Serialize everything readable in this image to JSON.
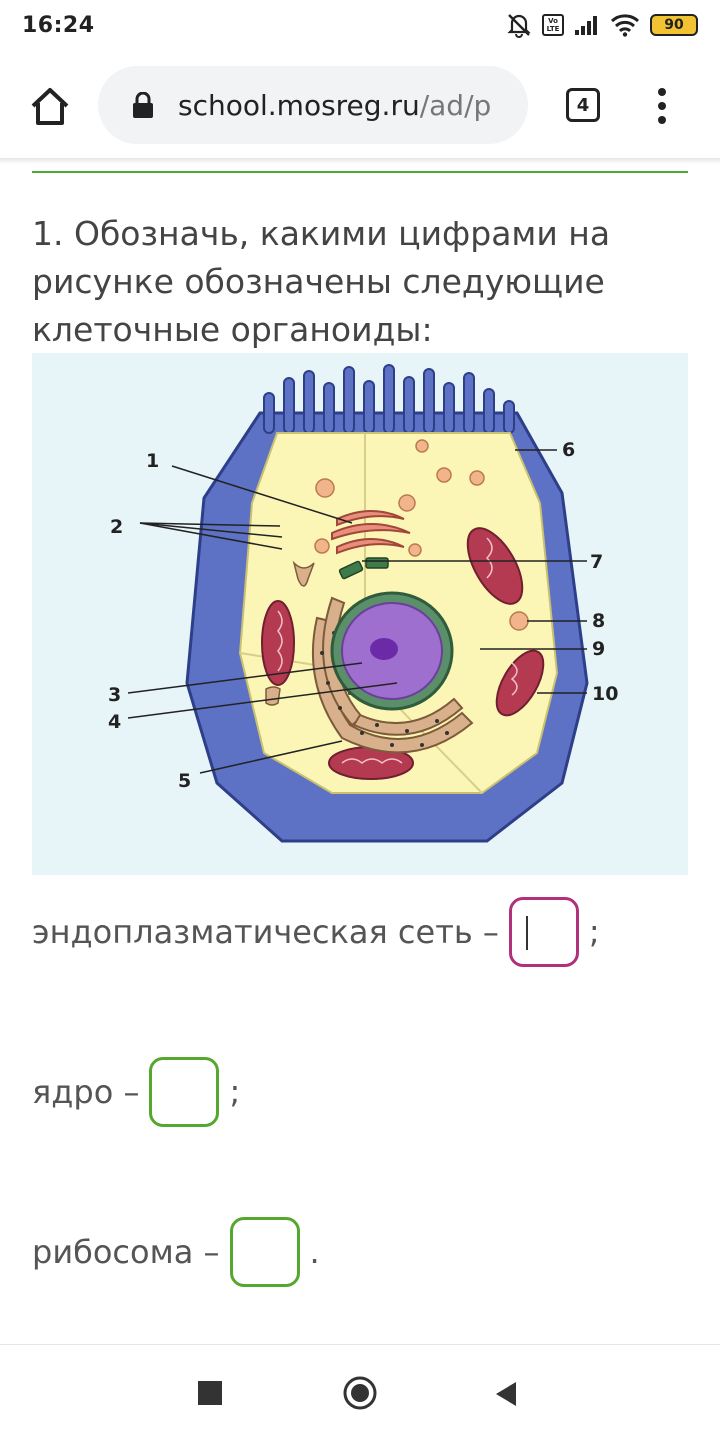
{
  "status_bar": {
    "time": "16:24",
    "volte_line1": "Vo",
    "volte_line2": "LTE",
    "battery": "90"
  },
  "toolbar": {
    "url_domain": "school.mosreg.ru",
    "url_path": "/ad/p",
    "tab_count": "4"
  },
  "question": {
    "text": "1. Обозначь, какими цифрами на рисунке обозначены следующие клеточные органоиды:"
  },
  "figure": {
    "labels": [
      "1",
      "2",
      "3",
      "4",
      "5",
      "6",
      "7",
      "8",
      "9",
      "10"
    ]
  },
  "answers": [
    {
      "label": "эндоплазматическая сеть –",
      "value": "",
      "suffix": ";"
    },
    {
      "label": "ядро –",
      "value": "",
      "suffix": ";"
    },
    {
      "label": "рибосома –",
      "value": "",
      "suffix": "."
    }
  ],
  "colors": {
    "accent_green": "#4ca83a",
    "active_box": "#b0307b",
    "box_border": "#55a72e"
  }
}
